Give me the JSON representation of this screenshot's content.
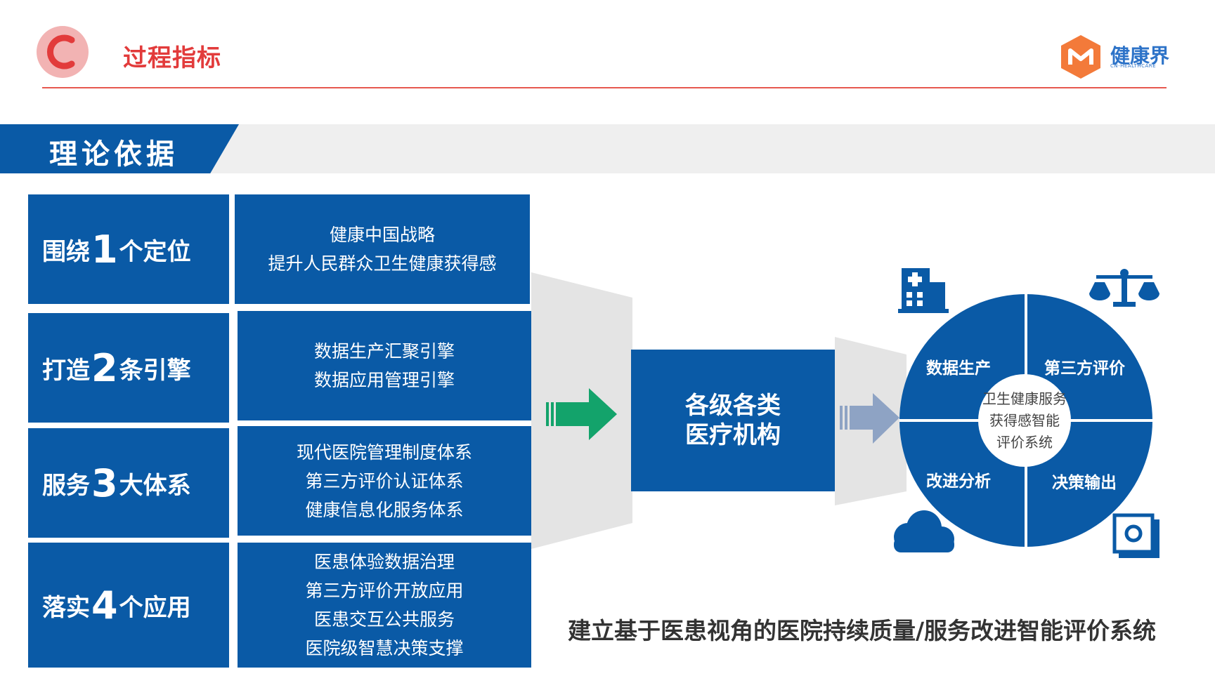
{
  "header": {
    "title": "过程指标",
    "brand_name": "健康界",
    "brand_sub": "CN-HEALTHCARE"
  },
  "section": {
    "title": "理论依据"
  },
  "rows": [
    {
      "prefix": "围绕",
      "number": "1",
      "suffix": "个定位",
      "lines": [
        "健康中国战略",
        "提升人民群众卫生健康获得感"
      ]
    },
    {
      "prefix": "打造",
      "number": "2",
      "suffix": "条引擎",
      "lines": [
        "数据生产汇聚引擎",
        "数据应用管理引擎"
      ]
    },
    {
      "prefix": "服务",
      "number": "3",
      "suffix": "大体系",
      "lines": [
        "现代医院管理制度体系",
        "第三方评价认证体系",
        "健康信息化服务体系"
      ]
    },
    {
      "prefix": "落实",
      "number": "4",
      "suffix": "个应用",
      "lines": [
        "医患体验数据治理",
        "第三方评价开放应用",
        "医患交互公共服务",
        "医院级智慧决策支撑"
      ]
    }
  ],
  "center": {
    "line1": "各级各类",
    "line2": "医疗机构"
  },
  "wheel": {
    "quadrants": [
      "数据生产",
      "第三方评价",
      "改进分析",
      "决策输出"
    ],
    "hub": [
      "卫生健康服务",
      "获得感智能",
      "评价系统"
    ],
    "icons": [
      "hospital-icon",
      "scales-icon",
      "cloud-icon",
      "monitor-icon"
    ]
  },
  "caption": "建立基于医患视角的医院持续质量/服务改进智能评价系统",
  "colors": {
    "primary_blue": "#0a5aa6",
    "title_red": "#e23b3b",
    "arrow_green": "#13a36b",
    "arrow_gray": "#8ea3c4"
  }
}
